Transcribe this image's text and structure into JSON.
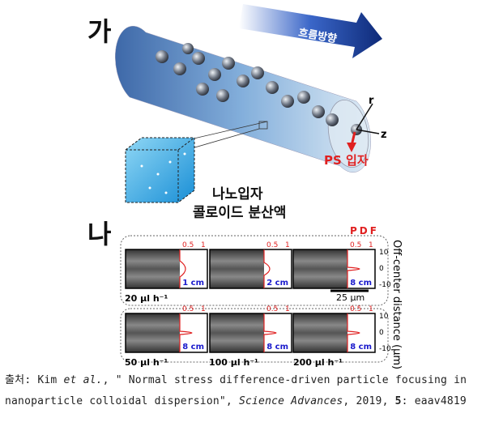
{
  "panel_a": {
    "label": "가",
    "flow_direction": "흐름방향",
    "ps_particle": "PS 입자",
    "nanoparticle_line1": "나노입자",
    "nanoparticle_line2": "콜로이드 분산액",
    "axis_r": "r",
    "axis_z": "z"
  },
  "panel_b": {
    "label": "나",
    "pdf_label": "PDF",
    "pdf_ticks": [
      "0.5",
      "1"
    ],
    "y_ticks": [
      "10",
      "0",
      "-10"
    ],
    "y_axis_label": "Off-center distance (μm)",
    "scale_bar": "25 μm",
    "groups": [
      {
        "flow_rate": "20 μl h⁻¹",
        "panels": [
          {
            "distance": "1 cm"
          },
          {
            "distance": "2 cm"
          },
          {
            "distance": "8 cm"
          }
        ]
      },
      {
        "panels": [
          {
            "flow_rate": "50 μl h⁻¹",
            "distance": "8 cm"
          },
          {
            "flow_rate": "100 μl h⁻¹",
            "distance": "8 cm"
          },
          {
            "flow_rate": "200 μl h⁻¹",
            "distance": "8 cm"
          }
        ]
      }
    ],
    "colors": {
      "pdf": "#e02020",
      "distance": "#1a1acc"
    }
  },
  "citation": {
    "prefix": "출처: Kim ",
    "etal": "et al.",
    "title": ", \" Normal stress difference-driven particle focusing in",
    "line2_a": "nanoparticle colloidal dispersion\", ",
    "journal": "Science Advances",
    "line2_b": ", 2019, ",
    "volume": "5",
    "line2_c": ": eaav4819"
  }
}
